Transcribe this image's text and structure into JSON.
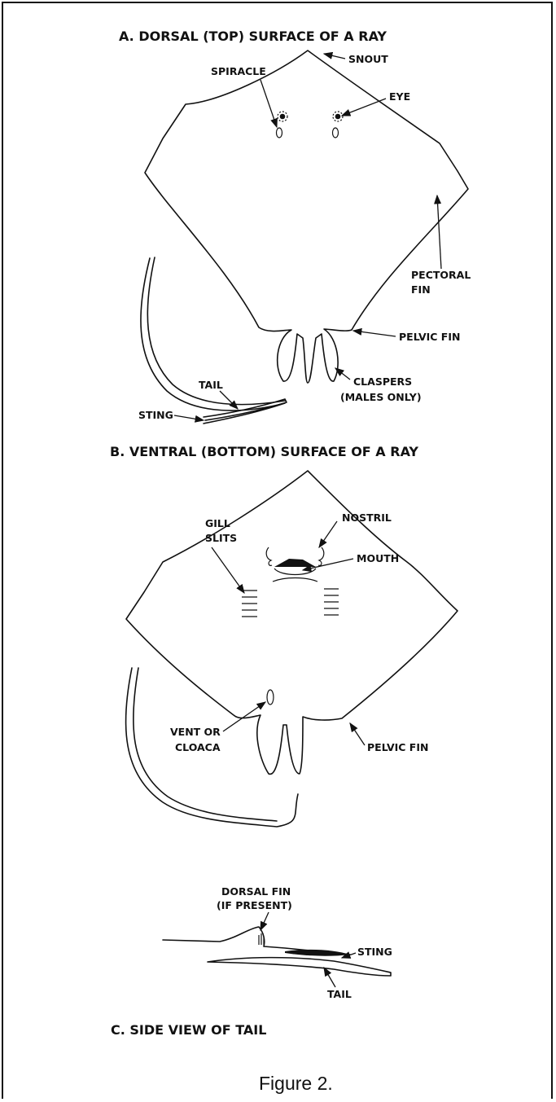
{
  "panel_a": {
    "heading": "A. DORSAL (TOP) SURFACE OF A RAY",
    "labels": {
      "snout": "SNOUT",
      "spiracle": "SPIRACLE",
      "eye": "EYE",
      "pectoral_fin_1": "PECTORAL",
      "pectoral_fin_2": "FIN",
      "pelvic_fin": "PELVIC FIN",
      "tail": "TAIL",
      "claspers_1": "CLASPERS",
      "claspers_2": "(MALES ONLY)",
      "sting": "STING"
    }
  },
  "panel_b": {
    "heading": "B. VENTRAL (BOTTOM) SURFACE OF A RAY",
    "labels": {
      "gill_slits_1": "GILL",
      "gill_slits_2": "SLITS",
      "nostril": "NOSTRIL",
      "mouth": "MOUTH",
      "vent_1": "VENT OR",
      "vent_2": "CLOACA",
      "pelvic_fin": "PELVIC FIN"
    }
  },
  "panel_c": {
    "heading": "C. SIDE VIEW OF TAIL",
    "labels": {
      "dorsal_fin_1": "DORSAL FIN",
      "dorsal_fin_2": "(IF PRESENT)",
      "sting": "STING",
      "tail": "TAIL"
    }
  },
  "figure_caption": "Figure 2."
}
